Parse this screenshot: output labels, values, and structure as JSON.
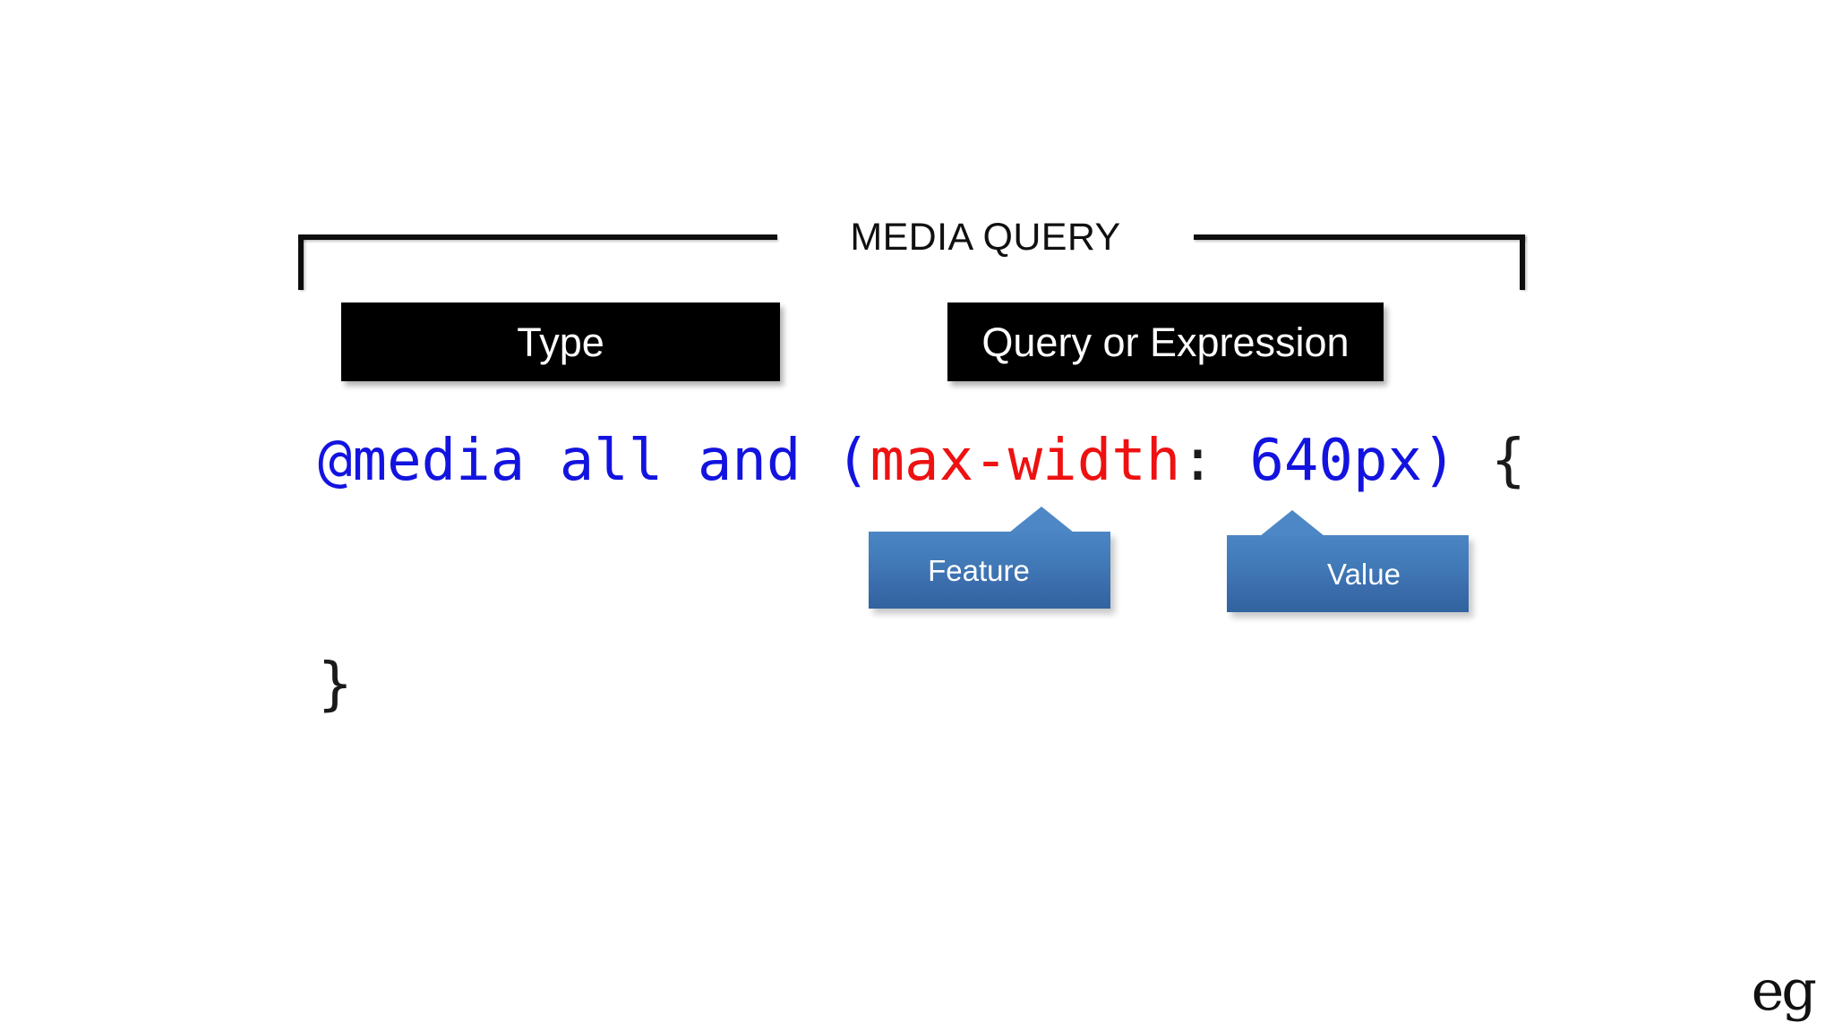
{
  "slide": {
    "background": "#ffffff",
    "bracket": {
      "caption": "MEDIA QUERY",
      "color": "#0d0d0d"
    },
    "labels": [
      {
        "id": "type",
        "text": "Type",
        "bg": "#000000",
        "fg": "#ffffff"
      },
      {
        "id": "query",
        "text": "Query or Expression",
        "bg": "#000000",
        "fg": "#ffffff"
      }
    ],
    "code": {
      "line1": [
        {
          "text": "@media all and ",
          "color": "#1313e0"
        },
        {
          "text": "(",
          "color": "#1313e0"
        },
        {
          "text": "max-width",
          "color": "#ee1111"
        },
        {
          "text": ":",
          "color": "#1a1a1a"
        },
        {
          "text": " ",
          "color": "#1a1a1a"
        },
        {
          "text": "640px)",
          "color": "#1313e0"
        },
        {
          "text": " ",
          "color": "#1a1a1a"
        },
        {
          "text": "{",
          "color": "#1a1a1a"
        }
      ],
      "line1_plain": "@media all and (max-width: 640px) {",
      "line2_plain": "}",
      "closing_brace": "}"
    },
    "callouts": [
      {
        "id": "feature",
        "text": "Feature",
        "color": "#4179b7",
        "points_to": "max-width"
      },
      {
        "id": "value",
        "text": "Value",
        "color": "#4179b7",
        "points_to": "640px"
      }
    ],
    "logo": {
      "text": "eg"
    }
  }
}
